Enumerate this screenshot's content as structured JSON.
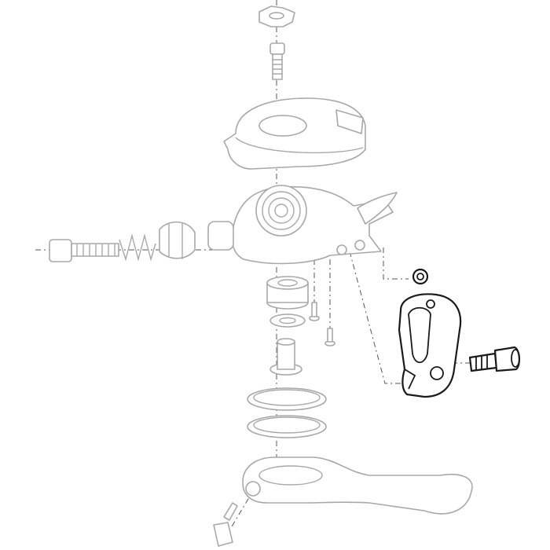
{
  "diagram": {
    "type": "exploded-parts-view",
    "colors": {
      "background": "#ffffff",
      "faded_parts": "#a8a8a8",
      "highlighted_parts": "#1a1a1a",
      "leader_lines": "#555555"
    },
    "highlighted_parts": [
      "nut",
      "clamp",
      "clamp-bolt"
    ]
  }
}
